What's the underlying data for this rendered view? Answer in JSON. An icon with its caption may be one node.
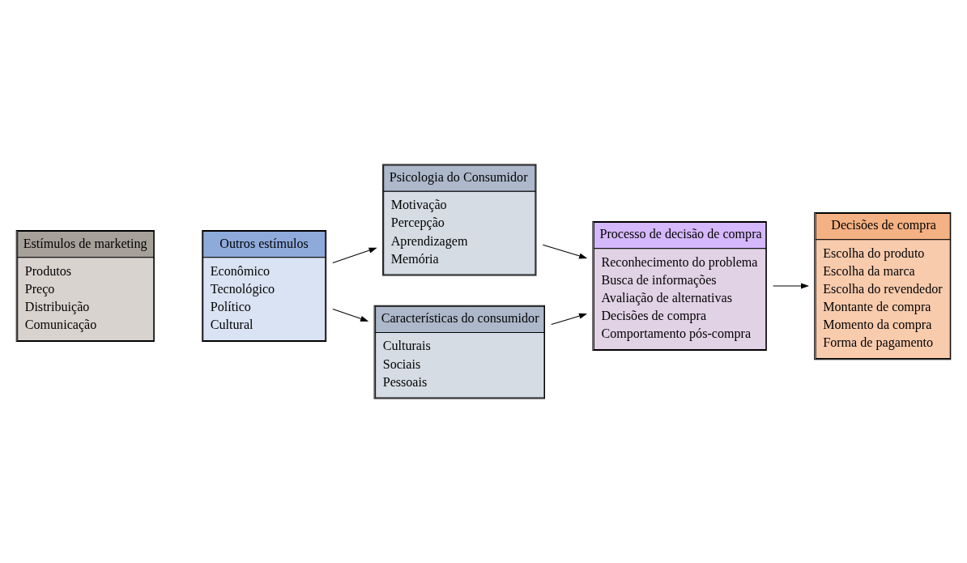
{
  "diagram": {
    "nodes": [
      {
        "text": [
          "Estímulos de marketing",
          "Produtos",
          "Preço",
          "Distribuição",
          "Comunicação"
        ]
      },
      {
        "text": [
          "Outros estímulos",
          "Econômico",
          "Tecnológico",
          "Político",
          "Cultural"
        ]
      },
      {
        "text": [
          "Psicologia do Consumidor",
          "Motivação",
          "Percepção",
          "Aprendizagem",
          "Memória"
        ]
      },
      {
        "text": [
          "Características do consumidor",
          "Culturais",
          "Sociais",
          "Pessoais"
        ]
      },
      {
        "text": [
          "Processo de decisão de compra",
          "Reconhecimento do problema",
          "Busca de informações",
          "Avaliação de alternativas",
          "Decisões de compra",
          "Comportamento pós-compra"
        ]
      },
      {
        "text": [
          "Decisões de compra",
          "Escolha do produto",
          "Escolha da marca",
          "Escolha do revendedor",
          "Montante de compra",
          "Momento da compra",
          "Forma de pagamento"
        ]
      }
    ],
    "edges": [
      {
        "from": 1,
        "to": 2,
        "arrow": "to"
      },
      {
        "from": 1,
        "to": 3,
        "arrow": "to"
      },
      {
        "from": 2,
        "to": 4,
        "arrow": "to"
      },
      {
        "from": 3,
        "to": 4,
        "arrow": "to"
      },
      {
        "from": 4,
        "to": 5,
        "arrow": "to"
      }
    ]
  }
}
